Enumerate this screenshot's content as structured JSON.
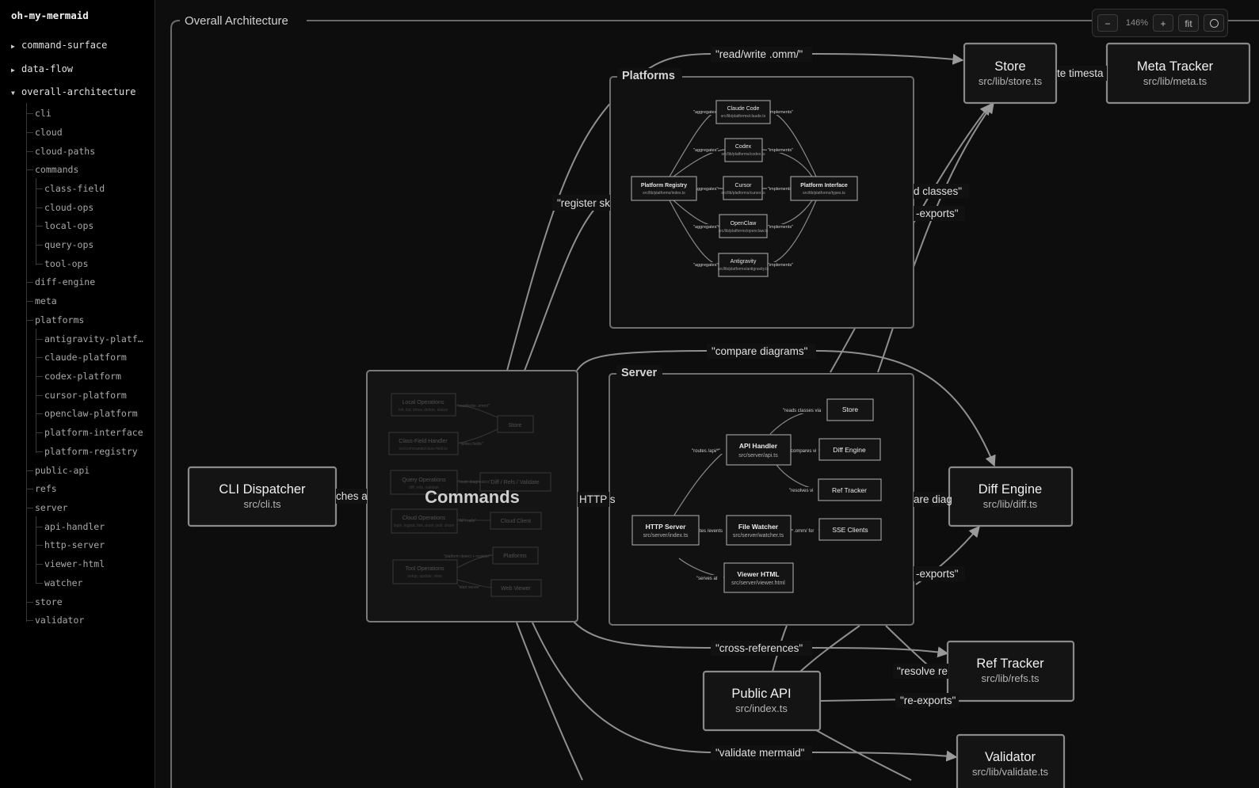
{
  "app": {
    "title": "oh-my-mermaid"
  },
  "sidebar": {
    "top": [
      {
        "label": "command-surface",
        "expanded": false
      },
      {
        "label": "data-flow",
        "expanded": false
      },
      {
        "label": "overall-architecture",
        "expanded": true
      }
    ],
    "children": [
      "cli",
      "cloud",
      "cloud-paths",
      "commands",
      "class-field",
      "cloud-ops",
      "local-ops",
      "query-ops",
      "tool-ops",
      "diff-engine",
      "meta",
      "platforms",
      "antigravity-platf…",
      "claude-platform",
      "codex-platform",
      "cursor-platform",
      "openclaw-platform",
      "platform-interface",
      "platform-registry",
      "public-api",
      "refs",
      "server",
      "api-handler",
      "http-server",
      "viewer-html",
      "watcher",
      "store",
      "validator"
    ]
  },
  "zoom": {
    "minus": "−",
    "level": "146%",
    "plus": "+",
    "fit": "fit",
    "reset_icon": "circle-icon"
  },
  "diagram": {
    "frame_title": "Overall Architecture",
    "nodes": {
      "cli": {
        "title": "CLI Dispatcher",
        "path": "src/cli.ts"
      },
      "store": {
        "title": "Store",
        "path": "src/lib/store.ts"
      },
      "meta": {
        "title": "Meta Tracker",
        "path": "src/lib/meta.ts"
      },
      "diff": {
        "title": "Diff Engine",
        "path": "src/lib/diff.ts"
      },
      "refs": {
        "title": "Ref Tracker",
        "path": "src/lib/refs.ts"
      },
      "validator": {
        "title": "Validator",
        "path": "src/lib/validate.ts"
      },
      "public_api": {
        "title": "Public API",
        "path": "src/index.ts"
      },
      "commands": {
        "title": "Commands"
      }
    },
    "groups": {
      "platforms": "Platforms",
      "server": "Server"
    },
    "edge_labels": {
      "read_write": "\"read/write .omm/\"",
      "compare_diagrams": "\"compare diagrams\"",
      "cross_references": "\"cross-references\"",
      "validate_mermaid": "\"validate mermaid\"",
      "register": "\"register sk",
      "classes": "d classes\"",
      "reexports_1": "-exports\"",
      "reexports_2": "-exports\"",
      "reexports_3": "\"re-exports\"",
      "resolve_re": "\"resolve re",
      "dispatches": "ches a",
      "http": "HTTP s",
      "compare_diag": "are diag",
      "timestamp": "te timesta"
    },
    "platforms_inner": {
      "claude": {
        "title": "Claude Code",
        "path": "src/lib/platforms/claude.ts"
      },
      "codex": {
        "title": "Codex",
        "path": "src/lib/platforms/codex.ts"
      },
      "cursor": {
        "title": "Cursor",
        "path": "src/lib/platforms/cursor.ts"
      },
      "openclaw": {
        "title": "OpenClaw",
        "path": "src/lib/platforms/openclaw.ts"
      },
      "antigravity": {
        "title": "Antigravity",
        "path": "src/lib/platforms/antigravity.ts"
      },
      "registry": {
        "title": "Platform Registry",
        "path": "src/lib/platforms/index.ts"
      },
      "interface": {
        "title": "Platform Interface",
        "path": "src/lib/platforms/types.ts"
      },
      "aggregates": "\"aggregates\"",
      "implements": "\"implements\""
    },
    "server_inner": {
      "store": {
        "title": "Store"
      },
      "api": {
        "title": "API Handler",
        "path": "src/server/api.ts"
      },
      "diff": {
        "title": "Diff Engine"
      },
      "refs": {
        "title": "Ref Tracker"
      },
      "http": {
        "title": "HTTP Server",
        "path": "src/server/index.ts"
      },
      "watcher": {
        "title": "File Watcher",
        "path": "src/server/watcher.ts"
      },
      "sse": {
        "title": "SSE Clients"
      },
      "viewer": {
        "title": "Viewer HTML",
        "path": "src/server/viewer.html"
      },
      "l_reads": "\"reads classes via",
      "l_routes": "\"routes /api/*\"",
      "l_compares": "compares vi",
      "l_resolves": "\"resolves vi",
      "l_events": "tes /events",
      "l_omm": ".omm/ for",
      "l_serves": "\"serves at"
    },
    "commands_inner": {
      "local": {
        "title": "Local Operations",
        "sub": "init, list, show, delete, status"
      },
      "classfield": {
        "title": "Class-Field Handler",
        "sub": "src/commands/class-field.ts"
      },
      "query": {
        "title": "Query Operations",
        "sub": "diff, refs, validate"
      },
      "cloud": {
        "title": "Cloud Operations",
        "sub": "login, logout, link, push, pull, share"
      },
      "tool": {
        "title": "Tool Operations",
        "sub": "setup, update, view"
      },
      "store": {
        "title": "Store"
      },
      "diffrefs": {
        "title": "Diff / Refs / Validate"
      },
      "cloudclient": {
        "title": "Cloud Client"
      },
      "platforms": {
        "title": "Platforms"
      },
      "webviewer": {
        "title": "Web Viewer"
      },
      "l_readwrite": "\"read/write .omm/\"",
      "l_writes": "\"writes fields\"",
      "l_route": "\"route diagnostics\"",
      "l_api": "\"API calls\"",
      "l_detect": "\"platform detect + register\"",
      "l_serve": "\"start server\""
    }
  }
}
